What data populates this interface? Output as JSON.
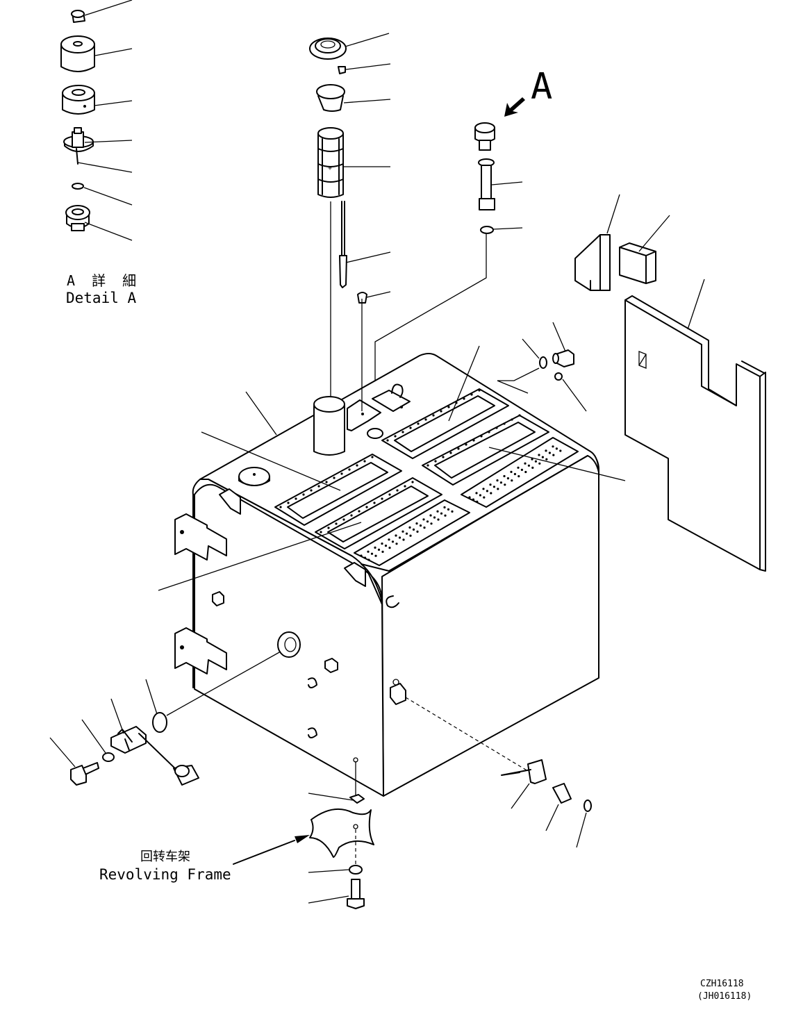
{
  "labels": {
    "view_marker": "A",
    "detail_jp": "A 詳 細",
    "detail_en": "Detail A",
    "frame_cn": "回转车架",
    "frame_en": "Revolving Frame",
    "drawing_no": "CZH16118",
    "drawing_no_alt": "(JH016118)"
  }
}
